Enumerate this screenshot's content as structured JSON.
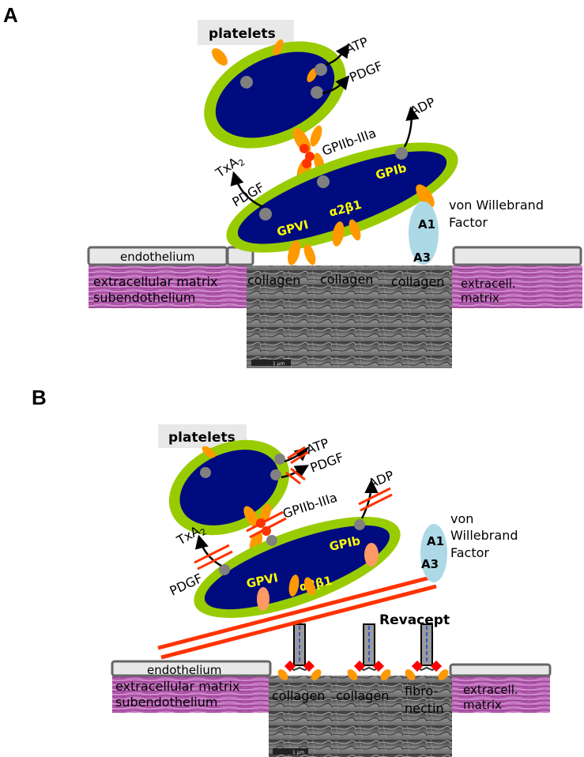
{
  "panels": [
    {
      "letter": "A",
      "platelets": "platelets",
      "atp": "ATP",
      "pdgf_top": "PDGF",
      "adp": "ADP",
      "gpiib": "GPIIb-IIIa",
      "txa": "TxA",
      "txa_sub": "2",
      "pdgf_left": "PDGF",
      "gpib": "GPIb",
      "a2b1": "α2β1",
      "gpvi": "GPVI",
      "vwf_line1": "von Willebrand",
      "vwf_line2": "Factor",
      "a1": "A1",
      "a3": "A3",
      "endothelium": "endothelium",
      "ecm1": "extracellular matrix",
      "ecm2": "subendothelium",
      "collagen1": "collagen",
      "collagen2": "collagen",
      "collagen3": "collagen",
      "ext1": "extracell.",
      "ext2": "matrix",
      "scale": "1 μm"
    },
    {
      "letter": "B",
      "platelets": "platelets",
      "atp": "ATP",
      "pdgf_top": "PDGF",
      "adp": "ADP",
      "gpiib": "GPIIb-IIIa",
      "txa": "TxA",
      "txa_sub": "2",
      "pdgf_left": "PDGF",
      "gpib": "GPIb",
      "a2b1": "α2β1",
      "gpvi": "GPVI",
      "vwf_line1": "von",
      "vwf_line2": "Willebrand",
      "vwf_line3": "Factor",
      "a1": "A1",
      "a3": "A3",
      "revacept": "Revacept",
      "endothelium": "endothelium",
      "ecm1": "extracellular matrix",
      "ecm2": "subendothelium",
      "collagen1": "collagen",
      "collagen2": "collagen",
      "fibro1": "fibro-",
      "fibro2": "nectin",
      "ext1": "extracell.",
      "ext2": "matrix",
      "scale": "1 μm"
    }
  ],
  "colors": {
    "platelet_fill": "#000b80",
    "platelet_ring": "#99cc00",
    "receptor": "#ff9900",
    "granule": "#808080",
    "block_bar": "#ff3300",
    "vwf": "#add8e6",
    "tissue": "#b04aa8",
    "sem": "#777777",
    "endothelium": "#e8e8e8"
  }
}
